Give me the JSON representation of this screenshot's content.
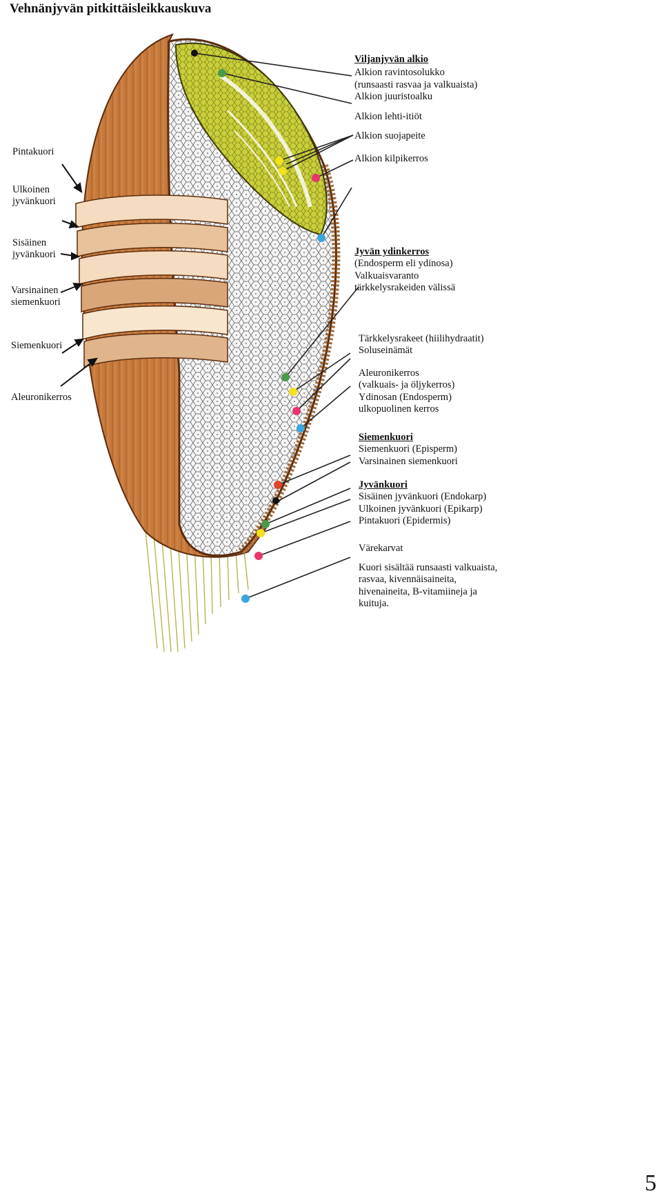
{
  "title": "Vehnänjyvän pitkittäisleikkauskuva",
  "page_number": "5",
  "left_labels": {
    "pintakuori": "Pintakuori",
    "ulkoinen": [
      "Ulkoinen",
      "jyvänkuori"
    ],
    "sisainen": [
      "Sisäinen",
      "jyvänkuori"
    ],
    "varsinainen": [
      "Varsinainen",
      "siemenkuori"
    ],
    "siemenkuori": "Siemenkuori",
    "aleuronikerros": "Aleuronikerros"
  },
  "right_labels": {
    "alkio_heading": "Viljanjyvän alkio",
    "alkio_lines": [
      "Alkion ravintosolukko",
      "(runsaasti rasvaa ja valkuaista)",
      "Alkion juuristoalku",
      "Alkion lehti-itiöt",
      "Alkion suojapeite",
      "Alkion kilpikerros"
    ],
    "ydin_heading": "Jyvän ydinkerros",
    "ydin_lines": [
      "(Endosperm eli ydinosa)",
      "Valkuaisvaranto",
      "tärkkelysrakeiden välissä"
    ],
    "tarkkelys_lines": [
      "Tärkkelysrakeet (hiilihydraatit)",
      "Soluseinämät"
    ],
    "aleuroni_lines": [
      "Aleuronikerros",
      "(valkuais- ja öljykerros)",
      "Ydinosan (Endosperm)",
      "ulkopuolinen kerros"
    ],
    "siemenkuori_heading": "Siemenkuori",
    "siemenkuori_lines": [
      "Siemenkuori (Episperm)",
      "Varsinainen siemenkuori"
    ],
    "jyvankuori_heading": "Jyvänkuori",
    "jyvankuori_lines": [
      "Sisäinen jyvänkuori (Endokarp)",
      "Ulkoinen jyvänkuori (Epikarp)",
      "Pintakuori (Epidermis)"
    ],
    "varekarvat": "Värekarvat",
    "kuori_lines": [
      "Kuori sisältää runsaasti valkuaista,",
      "rasvaa, kivennäisaineita,",
      "hivenaineita, B-vitamiineja ja",
      "kuituja."
    ]
  },
  "colors": {
    "husk": "#c77a3c",
    "husk_dark": "#8b4a1e",
    "layer_light": "#f5dcc0",
    "embryo": "#c9cf3a",
    "endosperm": "#eeeeee",
    "marker_green": "#4a9a4a",
    "marker_yellow": "#f2e21a",
    "marker_pink": "#e8356e",
    "marker_blue": "#3aa6dc",
    "marker_black": "#111111",
    "marker_red": "#e0442a"
  }
}
